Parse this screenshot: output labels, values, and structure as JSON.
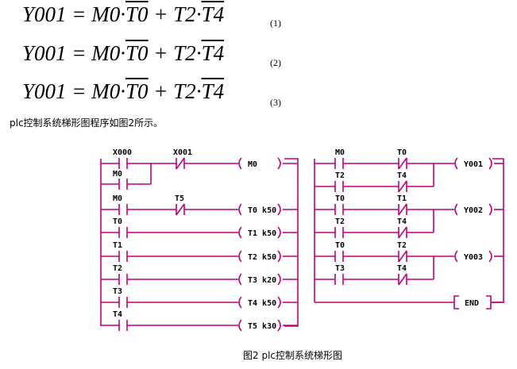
{
  "equations": [
    {
      "lhs": "Y001",
      "eq": "=",
      "t1": "M0",
      "dot1": "·",
      "t2": "T0",
      "plus": "+",
      "t3": "T2",
      "dot2": "·",
      "t4": "T4",
      "number": "(1)"
    },
    {
      "lhs": "Y001",
      "eq": "=",
      "t1": "M0",
      "dot1": "·",
      "t2": "T0",
      "plus": "+",
      "t3": "T2",
      "dot2": "·",
      "t4": "T4",
      "number": "(2)"
    },
    {
      "lhs": "Y001",
      "eq": "=",
      "t1": "M0",
      "dot1": "·",
      "t2": "T0",
      "plus": "+",
      "t3": "T2",
      "dot2": "·",
      "t4": "T4",
      "number": "(3)"
    }
  ],
  "intro_text": "plc控制系统梯形图程序如图2所示。",
  "figure_caption": "图2 plc控制系统梯形图",
  "left_ladder": {
    "contacts": [
      "X000",
      "X001",
      "M0",
      "M0",
      "T5",
      "T0",
      "T1",
      "T2",
      "T3",
      "T4"
    ],
    "coils": [
      "M0",
      "T0 k50",
      "T1 k50",
      "T2 k50",
      "T3 k20",
      "T4 k50",
      "T5 k30"
    ]
  },
  "right_ladder": {
    "contacts": [
      "M0",
      "T0",
      "T2",
      "T4",
      "T0",
      "T1",
      "T2",
      "T4",
      "T0",
      "T2",
      "T3",
      "T4"
    ],
    "coils": [
      "Y001",
      "Y002",
      "Y003",
      "END"
    ]
  }
}
